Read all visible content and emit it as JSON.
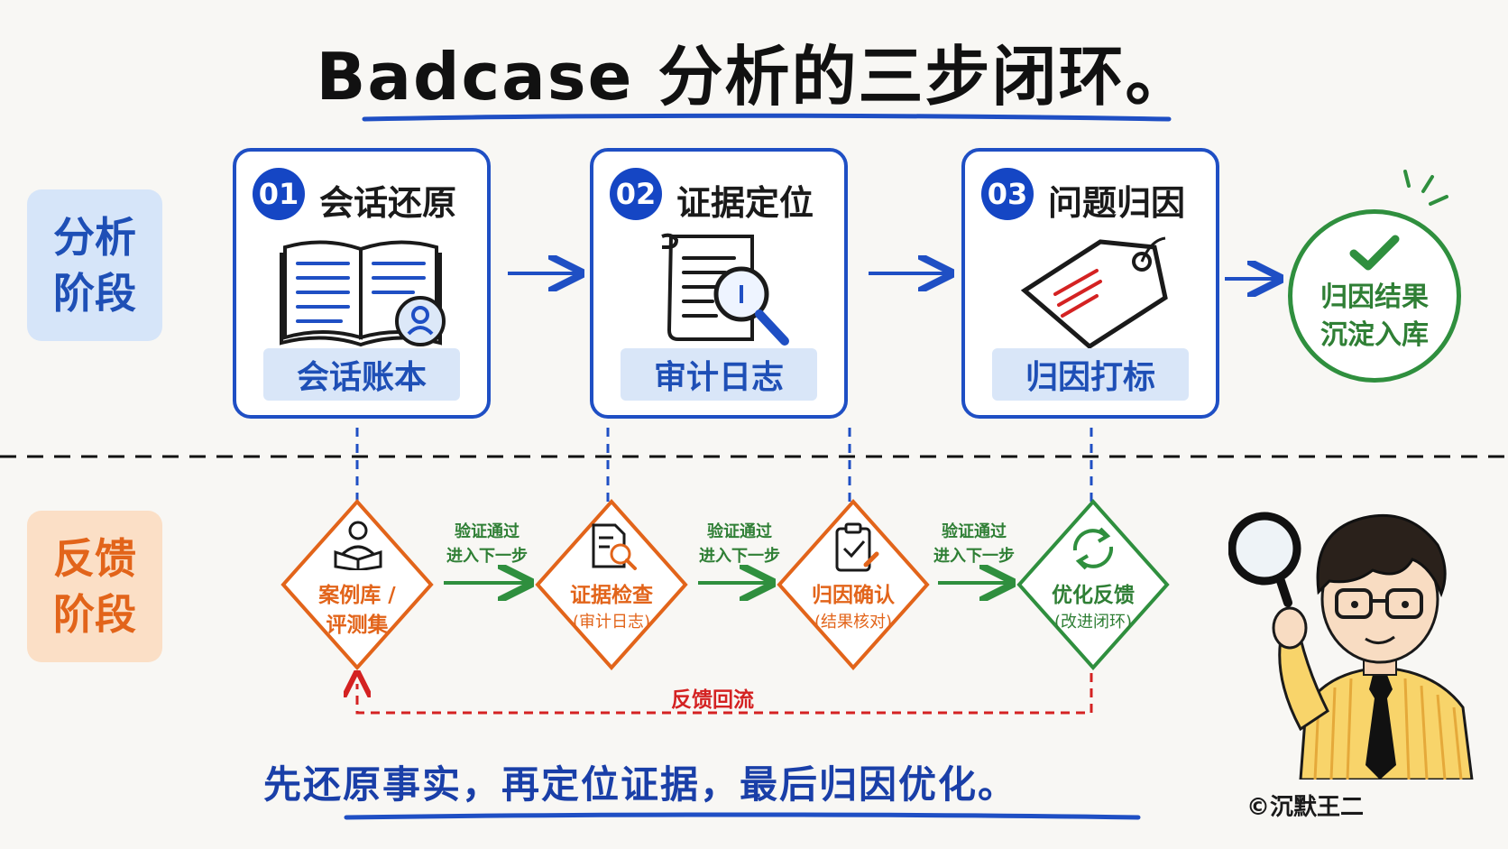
{
  "title": "Badcase 分析的三步闭环。",
  "phases": {
    "analysis": [
      "分析",
      "阶段"
    ],
    "feedback": [
      "反馈",
      "阶段"
    ]
  },
  "steps": [
    {
      "number": "01",
      "title": "会话还原",
      "tag": "会话账本",
      "icon": "book-user-icon"
    },
    {
      "number": "02",
      "title": "证据定位",
      "tag": "审计日志",
      "icon": "document-search-icon"
    },
    {
      "number": "03",
      "title": "问题归因",
      "tag": "归因打标",
      "icon": "label-tag-icon"
    }
  ],
  "result": {
    "lines": [
      "归因结果",
      "沉淀入库"
    ],
    "icon": "check-icon"
  },
  "feedback_nodes": [
    {
      "lines": [
        "案例库 /",
        "评测集"
      ],
      "sub": "",
      "icon": "reading-person-icon"
    },
    {
      "lines": [
        "证据检查"
      ],
      "sub": "(审计日志)",
      "icon": "file-search-icon"
    },
    {
      "lines": [
        "归因确认"
      ],
      "sub": "(结果核对)",
      "icon": "clipboard-check-icon"
    },
    {
      "lines": [
        "优化反馈"
      ],
      "sub": "(改进闭环)",
      "icon": "refresh-cycle-icon"
    }
  ],
  "pass_label": [
    "验证通过",
    "进入下一步"
  ],
  "feedback_loop_label": "反馈回流",
  "summary": "先还原事实，再定位证据，最后归因优化。",
  "copyright": "©沉默王二",
  "colors": {
    "blue": "#1f4fc4",
    "orange": "#e2641a",
    "green": "#2f8f3e",
    "red": "#d42222"
  }
}
